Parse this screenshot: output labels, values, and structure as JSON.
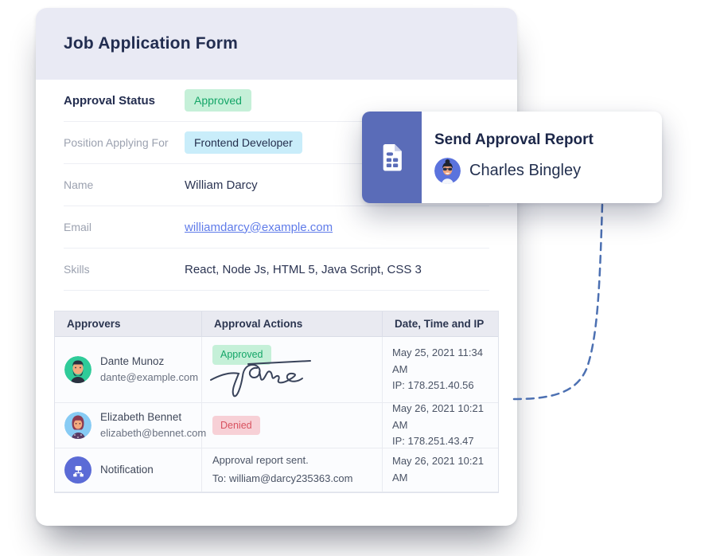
{
  "form": {
    "title": "Job Application Form",
    "fields": {
      "approval_status": {
        "label": "Approval Status",
        "value": "Approved"
      },
      "position": {
        "label": "Position Applying For",
        "value": "Frontend Developer"
      },
      "name": {
        "label": "Name",
        "value": "William Darcy"
      },
      "email": {
        "label": "Email",
        "value": "williamdarcy@example.com"
      },
      "skills": {
        "label": "Skills",
        "value": "React, Node Js, HTML 5, Java Script, CSS 3"
      }
    },
    "table": {
      "headers": [
        "Approvers",
        "Approval Actions",
        "Date, Time and IP"
      ],
      "rows": [
        {
          "name": "Dante Munoz",
          "email": "dante@example.com",
          "action_badge": "Approved",
          "datetime": "May 25, 2021 11:34 AM",
          "ip": "IP: 178.251.40.56"
        },
        {
          "name": "Elizabeth Bennet",
          "email": "elizabeth@bennet.com",
          "action_badge": "Denied",
          "datetime": "May 26, 2021 10:21 AM",
          "ip": "IP: 178.251.43.47"
        },
        {
          "name": "Notification",
          "action_line1": "Approval report sent.",
          "action_line2": "To: william@darcy235363.com",
          "datetime": "May 26, 2021 10:21 AM"
        }
      ]
    }
  },
  "popover": {
    "title": "Send Approval Report",
    "user": "Charles Bingley"
  },
  "icons": {
    "popover_tile": "form-document-icon",
    "notification_row": "sitemap-icon",
    "row1_action": "signature-image"
  },
  "colors": {
    "header_band": "#E9EAF4",
    "approved_bg": "#C5F0D8",
    "approved_text": "#14A567",
    "position_bg": "#C9EDFA",
    "denied_bg": "#F7D0D6",
    "denied_text": "#D8525F",
    "tile_blue": "#5A6CB8",
    "notification_blue": "#5B6BD6",
    "link_blue": "#5F7BE9",
    "dashed_connector": "#4C70B2"
  }
}
